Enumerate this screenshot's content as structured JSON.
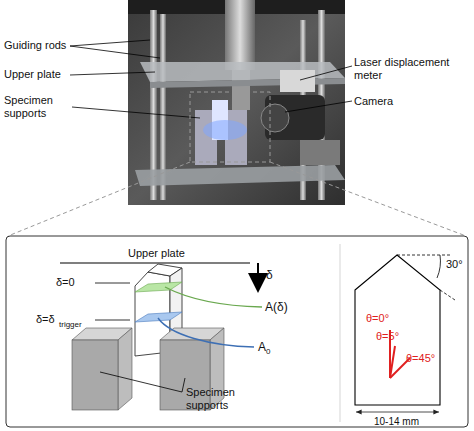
{
  "diagram": {
    "labels": [
      "Guiding rods",
      "Upper plate",
      "Specimen supports",
      "Laser displacement meter",
      "Camera",
      "Upper plate",
      "δ",
      "δ=0",
      "δ=δ",
      "trigger",
      "A(δ)",
      "A",
      "0",
      "Specimen supports",
      "30°",
      "θ=0°",
      "θ=5°",
      "θ=45°",
      "10-14 mm"
    ]
  }
}
